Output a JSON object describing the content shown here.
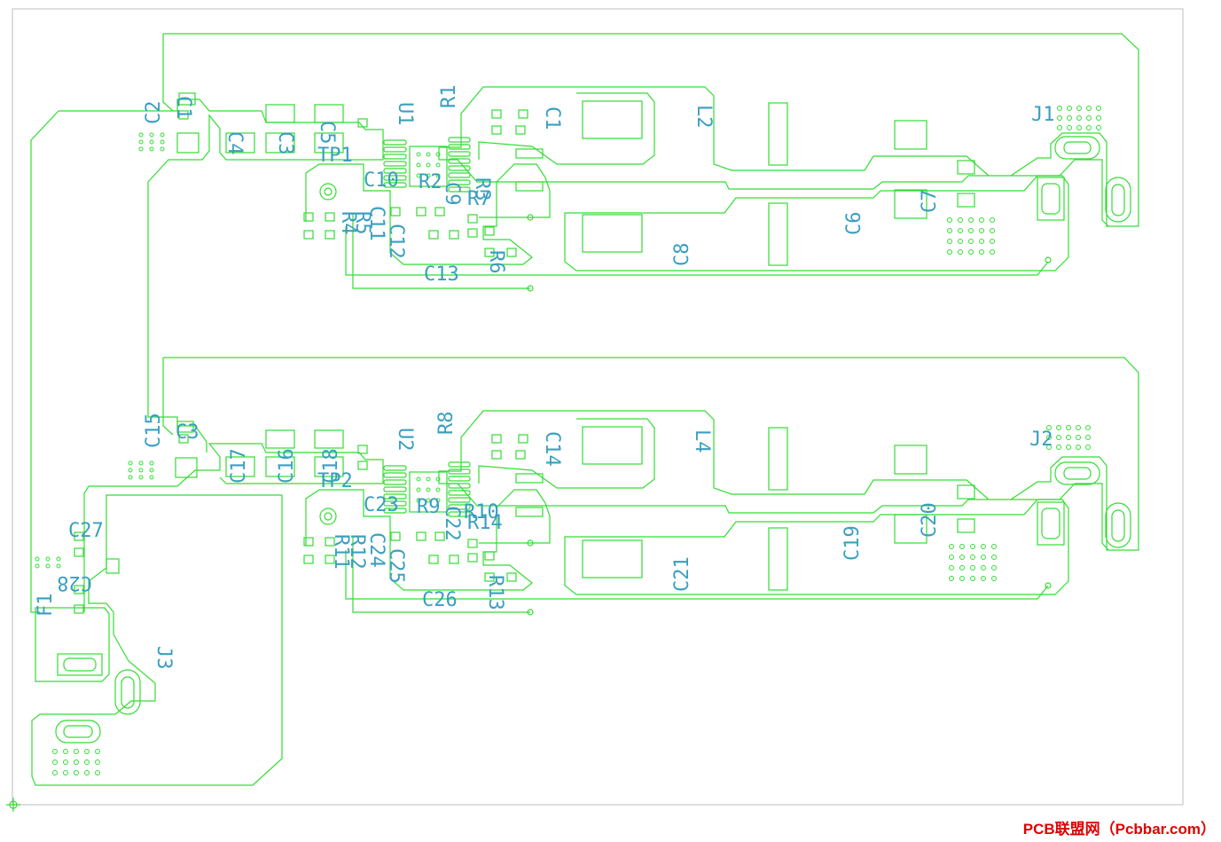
{
  "watermark": "PCB联盟网（Pcbbar.com）",
  "colors": {
    "copper_outline": "#33dd33",
    "silkscreen": "#3a9fc0",
    "board_frame": "#c8c8c8",
    "watermark": "#e00000"
  },
  "labels": {
    "C1": "C1",
    "C2": "C2",
    "C3": "C3",
    "C4": "C4",
    "C5": "C5",
    "C6": "C6",
    "C7": "C7",
    "C8": "C8",
    "C9": "C9",
    "C10": "C10",
    "C11": "C11",
    "C12": "C12",
    "C13": "C13",
    "C14": "C14",
    "C15": "C15",
    "C16": "C16",
    "C17": "C17",
    "C18": "C18",
    "C19": "C19",
    "C20": "C20",
    "C21": "C21",
    "C22": "C22",
    "C23": "C23",
    "C24": "C24",
    "C25": "C25",
    "C26": "C26",
    "C27": "C27",
    "C28": "C28",
    "R1": "R1",
    "R2": "R2",
    "R3": "R3",
    "R4": "R4",
    "R5": "R5",
    "R6": "R6",
    "R7": "R7",
    "R8": "R8",
    "R9": "R9",
    "R10": "R10",
    "R11": "R11",
    "R12": "R12",
    "R13": "R13",
    "R14": "R14",
    "U1": "U1",
    "U2": "U2",
    "L2": "L2",
    "L4": "L4",
    "J1": "J1",
    "J2": "J2",
    "J3": "J3",
    "F1": "F1",
    "TP1": "TP1",
    "TP2": "TP2"
  }
}
